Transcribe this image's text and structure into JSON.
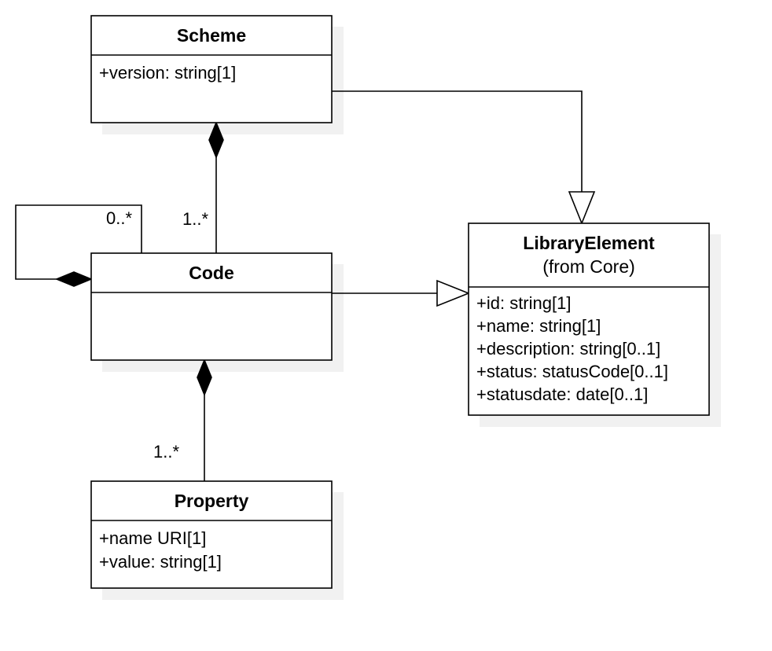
{
  "classes": {
    "scheme": {
      "name": "Scheme",
      "attributes": [
        "+version: string[1]"
      ]
    },
    "code": {
      "name": "Code",
      "attributes": []
    },
    "property": {
      "name": "Property",
      "attributes": [
        "+name URI[1]",
        "+value: string[1]"
      ]
    },
    "library_element": {
      "name": "LibraryElement",
      "subtitle": "(from Core)",
      "attributes": [
        "+id: string[1]",
        "+name: string[1]",
        "+description: string[0..1]",
        "+status: statusCode[0..1]",
        "+statusdate: date[0..1]"
      ]
    }
  },
  "relationships": {
    "scheme_code": {
      "type": "composition",
      "multiplicity": "1..*"
    },
    "code_self": {
      "type": "composition",
      "multiplicity": "0..*"
    },
    "code_property": {
      "type": "composition",
      "multiplicity": "1..*"
    },
    "scheme_library_element": {
      "type": "generalization"
    },
    "code_library_element": {
      "type": "generalization"
    }
  },
  "colors": {
    "stroke": "#000000",
    "fill": "#ffffff",
    "shadow": "#f1f1f1"
  }
}
